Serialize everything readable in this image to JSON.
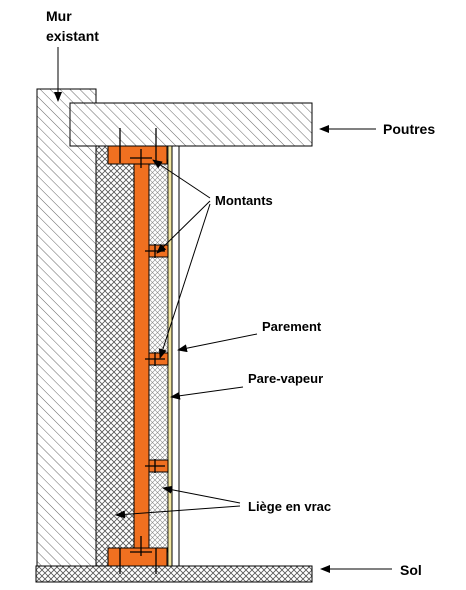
{
  "labels": {
    "mur_line1": "Mur",
    "mur_line2": "existant",
    "poutres": "Poutres",
    "montants": "Montants",
    "parement": "Parement",
    "pare_vapeur": "Pare-vapeur",
    "liege": "Liège en vrac",
    "sol": "Sol"
  },
  "colors": {
    "stud": "#F07020",
    "vapour_barrier": "#F2E6A0",
    "line": "#000000",
    "hatch": "#555555",
    "background": "#FFFFFF"
  }
}
